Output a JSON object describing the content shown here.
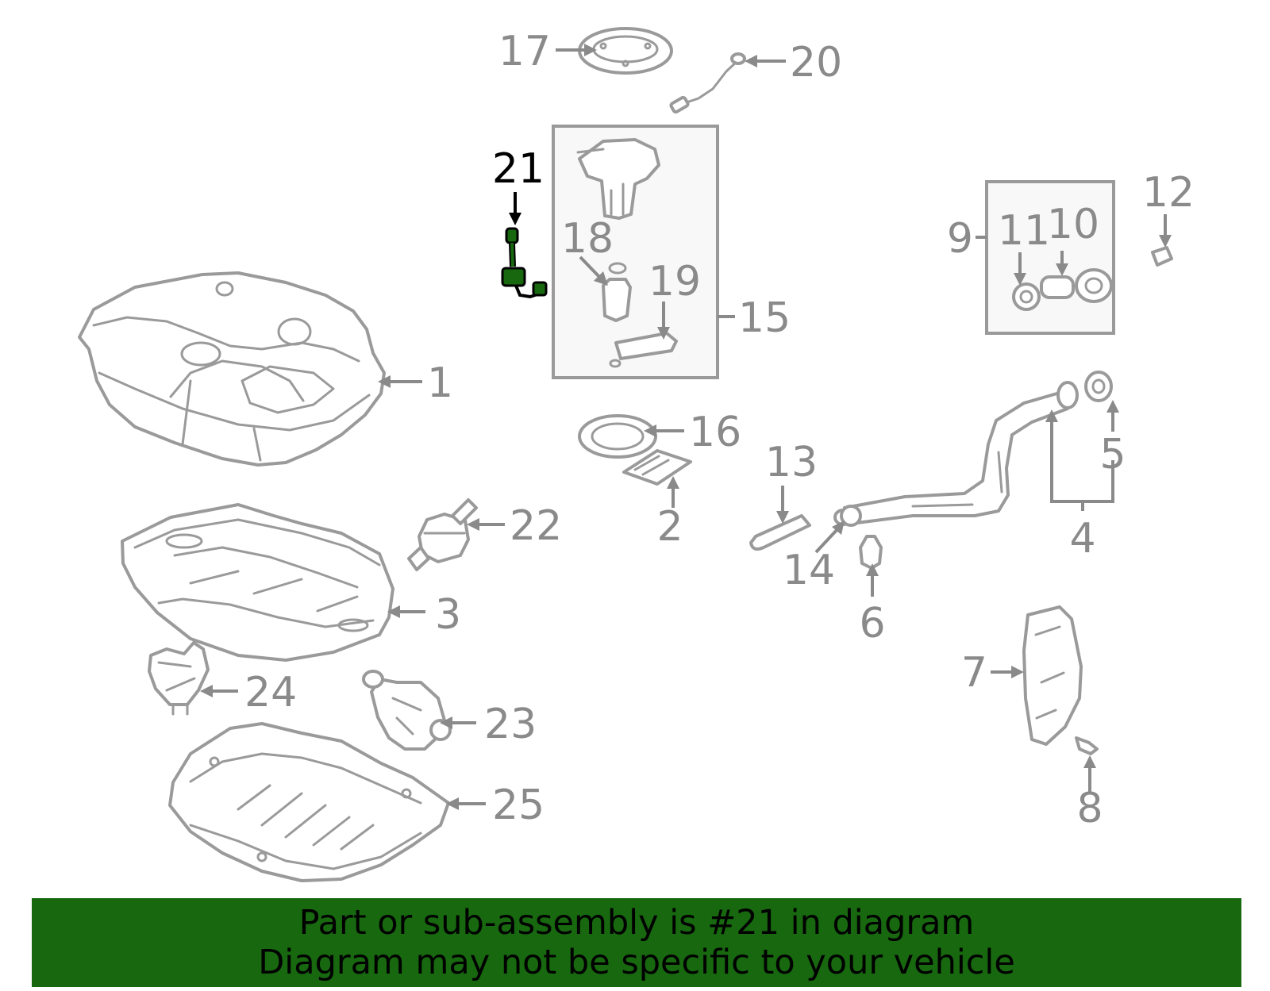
{
  "labels": {
    "p1": "1",
    "p2": "2",
    "p3": "3",
    "p4": "4",
    "p5": "5",
    "p6": "6",
    "p7": "7",
    "p8": "8",
    "p9": "9",
    "p10": "10",
    "p11": "11",
    "p12": "12",
    "p13": "13",
    "p14": "14",
    "p15": "15",
    "p16": "16",
    "p17": "17",
    "p18": "18",
    "p19": "19",
    "p20": "20",
    "p21": "21",
    "p22": "22",
    "p23": "23",
    "p24": "24",
    "p25": "25"
  },
  "highlight": {
    "part": "21",
    "color": "#17680f"
  },
  "colors": {
    "outline": "#9a9a9a",
    "label": "#8a8a8a",
    "highlight_fill": "#17680f",
    "banner_bg": "#17680f"
  },
  "banner": {
    "line1": "Part or sub-assembly is #21 in diagram",
    "line2": "Diagram may not be specific to your vehicle"
  }
}
